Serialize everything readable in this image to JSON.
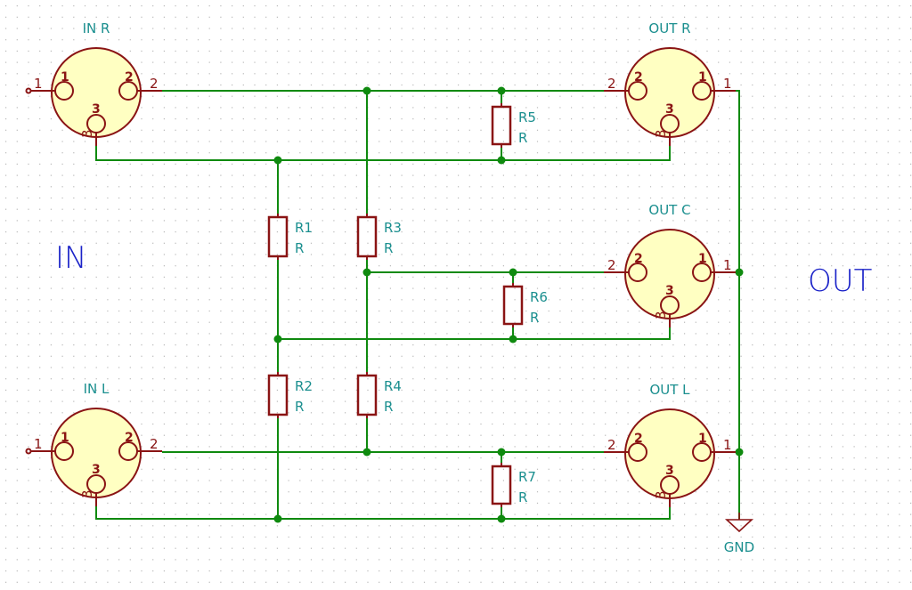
{
  "schematic": {
    "title_labels": {
      "in": "IN",
      "out": "OUT"
    },
    "connectors": [
      {
        "ref": "IN R",
        "role": "input",
        "pins": [
          "1",
          "2",
          "3"
        ]
      },
      {
        "ref": "IN L",
        "role": "input",
        "pins": [
          "1",
          "2",
          "3"
        ]
      },
      {
        "ref": "OUT R",
        "role": "output",
        "pins": [
          "1",
          "2",
          "3"
        ]
      },
      {
        "ref": "OUT C",
        "role": "output",
        "pins": [
          "1",
          "2",
          "3"
        ]
      },
      {
        "ref": "OUT L",
        "role": "output",
        "pins": [
          "1",
          "2",
          "3"
        ]
      }
    ],
    "resistors": [
      {
        "ref": "R1",
        "value": "R"
      },
      {
        "ref": "R2",
        "value": "R"
      },
      {
        "ref": "R3",
        "value": "R"
      },
      {
        "ref": "R4",
        "value": "R"
      },
      {
        "ref": "R5",
        "value": "R"
      },
      {
        "ref": "R6",
        "value": "R"
      },
      {
        "ref": "R7",
        "value": "R"
      }
    ],
    "power": {
      "gnd": "GND"
    },
    "colors": {
      "wire": "#0f8a0f",
      "component": "#8a1414",
      "component_fill": "#ffffc2",
      "reference_text": "#1b8f8f",
      "label_text": "#1a22c8"
    }
  }
}
